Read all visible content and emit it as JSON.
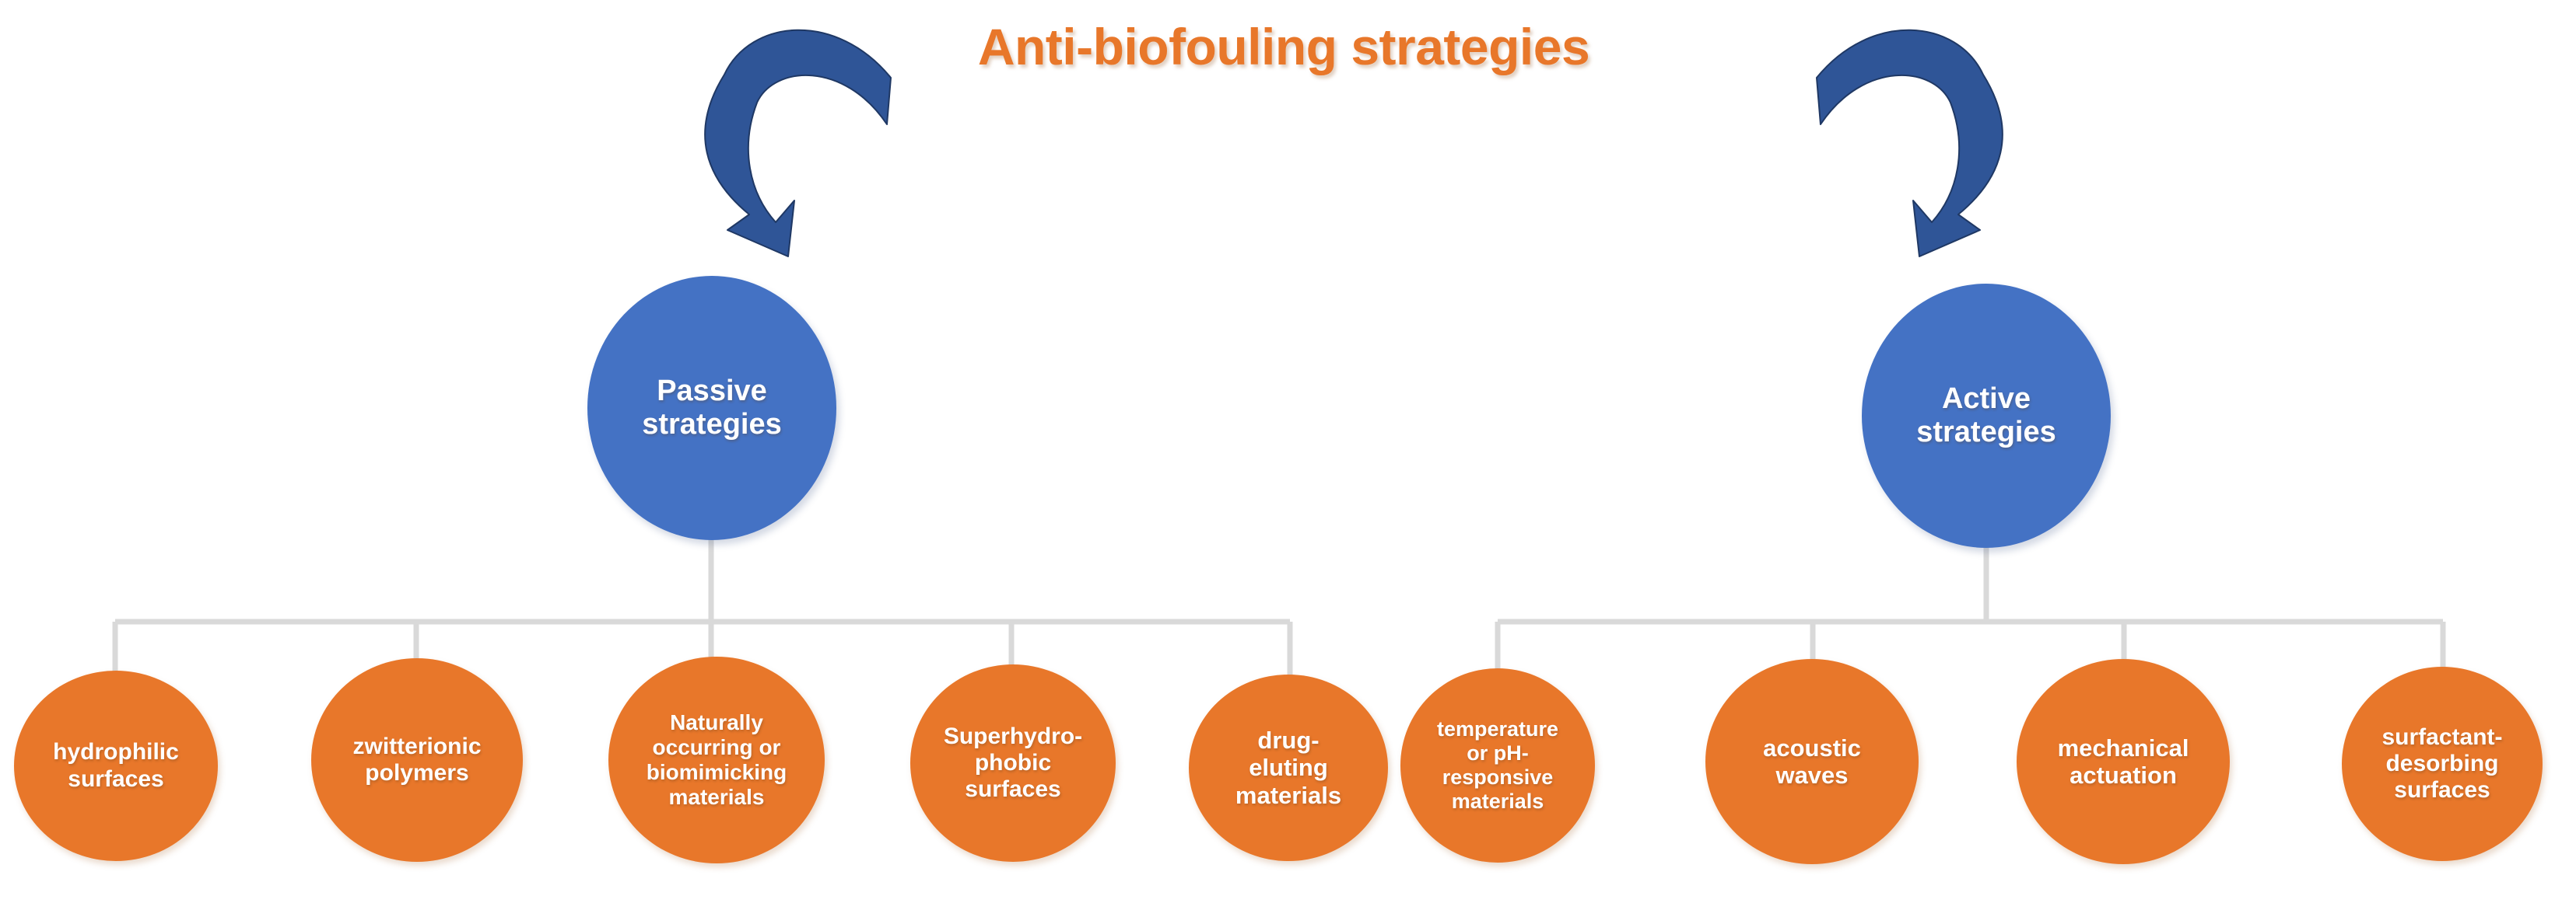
{
  "title": {
    "text": "Anti-biofouling strategies",
    "color": "#E8772A"
  },
  "colors": {
    "primary_node": "#4472C4",
    "leaf_node": "#E8772A",
    "arrow": "#2F5597",
    "connector_line": "#D9D9D9",
    "background": "#FFFFFF",
    "node_text": "#FFFFFF"
  },
  "arrows": [
    {
      "name": "left-curved-arrow",
      "points_to": "Passive strategies"
    },
    {
      "name": "right-curved-arrow",
      "points_to": "Active strategies"
    }
  ],
  "branches": [
    {
      "id": "passive",
      "label": "Passive\nstrategies",
      "label_line1": "Passive",
      "label_line2": "strategies",
      "leaves": [
        {
          "id": "hydrophilic-surfaces",
          "line1": "hydrophilic",
          "line2": "surfaces",
          "line3": "",
          "line4": "",
          "font_size": 30
        },
        {
          "id": "zwitterionic-polymers",
          "line1": "zwitterionic",
          "line2": "polymers",
          "line3": "",
          "line4": "",
          "font_size": 30
        },
        {
          "id": "naturally-occurring-or-biomimicking-materials",
          "line1": "Naturally",
          "line2": "occurring or",
          "line3": "biomimicking",
          "line4": "materials",
          "font_size": 28
        },
        {
          "id": "superhydrophobic-surfaces",
          "line1": "Superhydro-",
          "line2": "phobic",
          "line3": "surfaces",
          "line4": "",
          "font_size": 30
        },
        {
          "id": "drug-eluting-materials",
          "line1": "drug-",
          "line2": "eluting",
          "line3": "materials",
          "line4": "",
          "font_size": 31
        }
      ]
    },
    {
      "id": "active",
      "label": "Active\nstrategies",
      "label_line1": "Active",
      "label_line2": "strategies",
      "leaves": [
        {
          "id": "temperature-or-ph-responsive-materials",
          "line1": "temperature",
          "line2": "or pH-",
          "line3": "responsive",
          "line4": "materials",
          "font_size": 27
        },
        {
          "id": "acoustic-waves",
          "line1": "acoustic",
          "line2": "waves",
          "line3": "",
          "line4": "",
          "font_size": 31
        },
        {
          "id": "mechanical-actuation",
          "line1": "mechanical",
          "line2": "actuation",
          "line3": "",
          "line4": "",
          "font_size": 31
        },
        {
          "id": "surfactant-desorbing-surfaces",
          "line1": "surfactant-",
          "line2": "desorbing",
          "line3": "surfaces",
          "line4": "",
          "font_size": 30
        }
      ]
    }
  ]
}
